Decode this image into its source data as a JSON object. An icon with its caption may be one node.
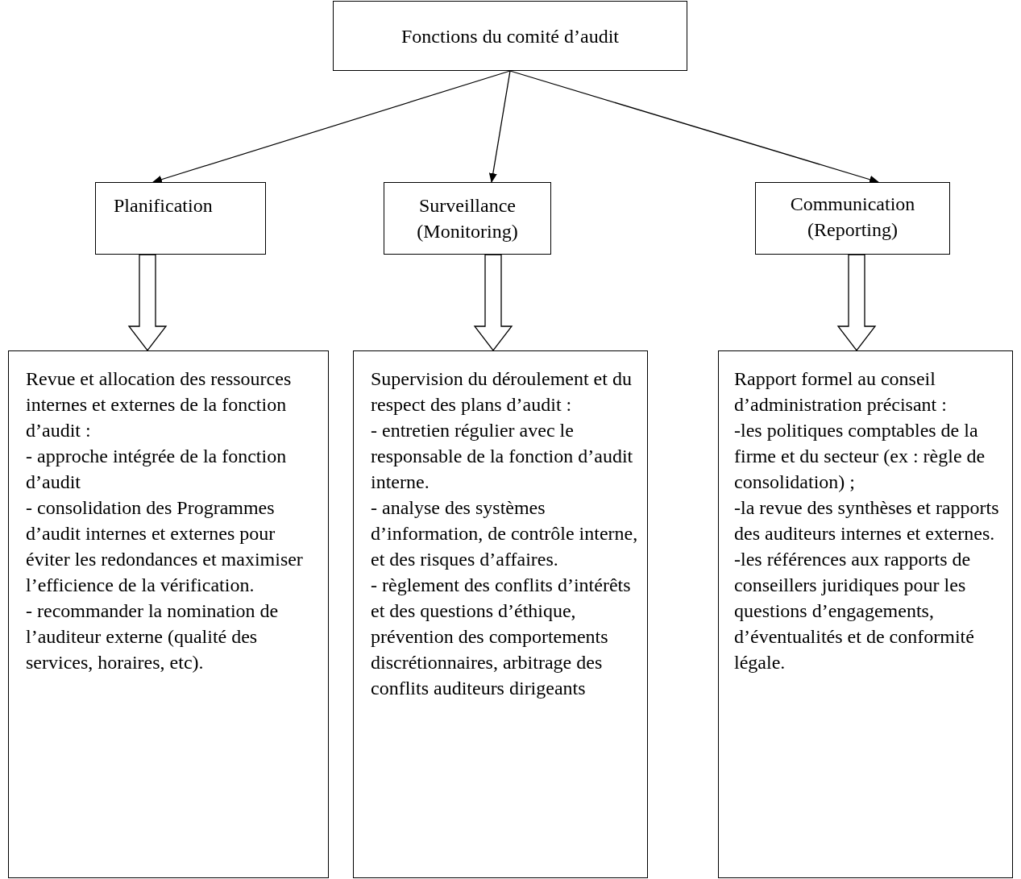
{
  "diagram": {
    "nodes": [
      {
        "text": [
          "Fonctions du comité d’audit"
        ]
      },
      {
        "text": [
          "Planification"
        ]
      },
      {
        "text": [
          "Surveillance (Monitoring)"
        ]
      },
      {
        "text": [
          "Communication (Reporting)"
        ]
      },
      {
        "text": [
          "Revue et allocation des ressources internes et externes de la fonction d’audit :",
          "- approche intégrée de la fonction d’audit",
          "- consolidation des Programmes d’audit internes et externes pour éviter les redondances et maximiser l’efficience de la vérification.",
          "- recommander la nomination de l’auditeur externe (qualité des services, horaires, etc)."
        ]
      },
      {
        "text": [
          "Supervision du déroulement et du respect des plans d’audit :",
          "- entretien régulier avec le responsable de la fonction d’audit interne.",
          "- analyse des systèmes d’information, de contrôle interne, et des risques d’affaires.",
          "- règlement des conflits d’intérêts et des questions d’éthique, prévention des comportements discrétionnaires, arbitrage des conflits auditeurs dirigeants"
        ]
      },
      {
        "text": [
          "Rapport formel au conseil d’administration précisant :",
          "-les politiques comptables de la firme et du secteur (ex : règle de consolidation) ;",
          "-la revue des synthèses et rapports des auditeurs internes et externes.",
          "-les références aux rapports de conseillers juridiques pour les questions d’engagements, d’éventualités et de conformité légale."
        ]
      }
    ],
    "edges": [
      {
        "from": 0,
        "to": 1,
        "arrow": "to"
      },
      {
        "from": 0,
        "to": 2,
        "arrow": "to"
      },
      {
        "from": 0,
        "to": 3,
        "arrow": "to"
      },
      {
        "from": 1,
        "to": 4,
        "arrow": "to",
        "style": "thick"
      },
      {
        "from": 2,
        "to": 5,
        "arrow": "to",
        "style": "thick"
      },
      {
        "from": 3,
        "to": 6,
        "arrow": "to",
        "style": "thick"
      }
    ]
  }
}
